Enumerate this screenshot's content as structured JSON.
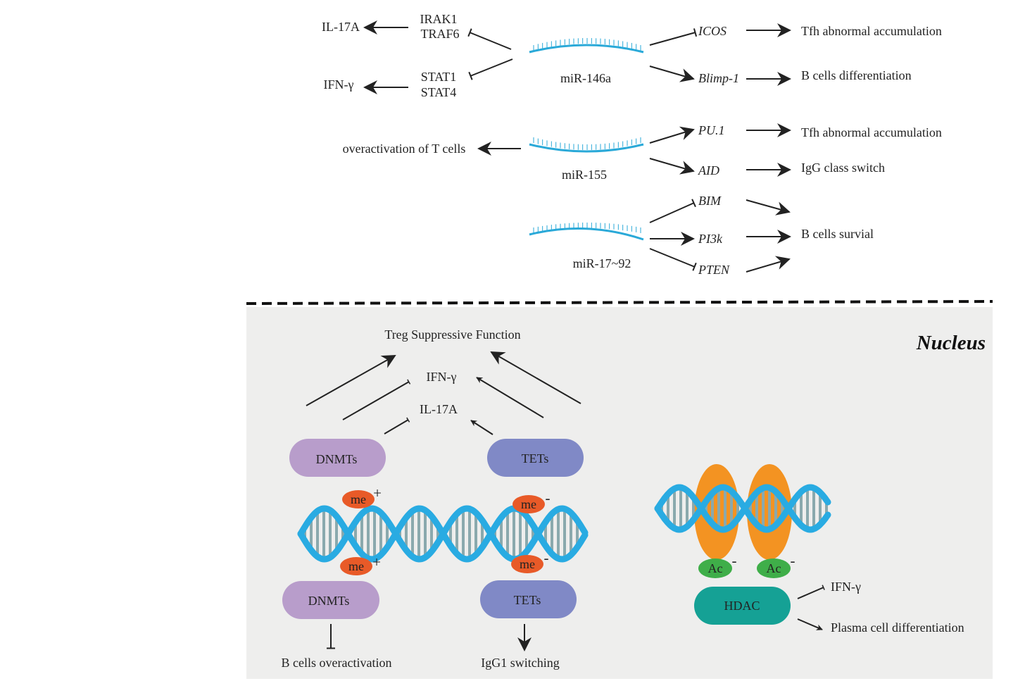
{
  "colors": {
    "rna": "#2aa9d8",
    "nucleus_bg": "#eeeeed",
    "dnmt": "#b89dcb",
    "tet": "#8089c6",
    "me": "#e85a28",
    "ac": "#3fae49",
    "hdac": "#15a195",
    "histone": "#f39322",
    "dna_backbone": "#29abe2",
    "dna_rung": "#8aa9ad"
  },
  "mirna": {
    "mir146a": {
      "name": "miR-146a",
      "left_targets": [
        {
          "genes": [
            "IRAK1",
            "TRAF6"
          ],
          "outcome": "IL-17A"
        },
        {
          "genes": [
            "STAT1",
            "STAT4"
          ],
          "outcome": "IFN-γ"
        }
      ],
      "right_targets": [
        {
          "gene": "ICOS",
          "effect": "Tfh abnormal accumulation"
        },
        {
          "gene": "Blimp-1",
          "effect": "B cells differentiation"
        }
      ]
    },
    "mir155": {
      "name": "miR-155",
      "left_effect": "overactivation of T cells",
      "right_targets": [
        {
          "gene": "PU.1",
          "effect": "Tfh abnormal accumulation"
        },
        {
          "gene": "AID",
          "effect": "IgG class switch"
        }
      ]
    },
    "mir1792": {
      "name": "miR-17~92",
      "targets": [
        "BIM",
        "PI3k",
        "PTEN"
      ],
      "effect": "B cells survial"
    }
  },
  "nucleus": {
    "title": "Nucleus",
    "treg": "Treg Suppressive Function",
    "ifn": "IFN-γ",
    "il17": "IL-17A",
    "dnmts": "DNMTs",
    "tets": "TETs",
    "me": "me",
    "plus": "+",
    "minus": "-",
    "b_overactivation": "B cells overactivation",
    "igg1": "IgG1 switching",
    "hdac": "HDAC",
    "ac": "Ac",
    "hdac_ifn": "IFN-γ",
    "plasma": "Plasma cell differentiation"
  }
}
